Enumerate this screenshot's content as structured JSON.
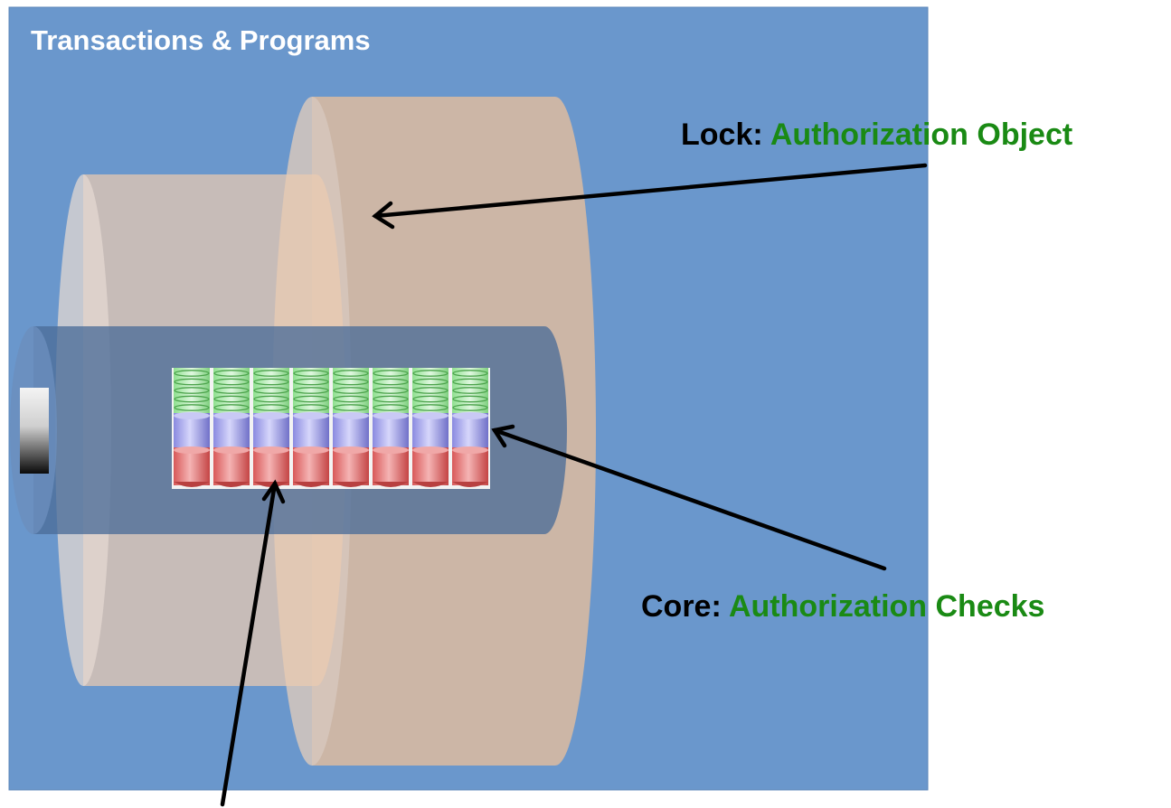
{
  "title": "Transactions & Programs",
  "labels": {
    "lock": {
      "prefix": "Lock:",
      "term": "Authorization Object"
    },
    "core": {
      "prefix": "Core:",
      "term": "Authorization Checks"
    }
  },
  "colors": {
    "frame": "#6a97cc",
    "cylinder": "#e6c7ad",
    "core_tube": "#53739c",
    "term_green": "#1a8a14",
    "arrow": "#000000"
  },
  "pins": {
    "columns": 8,
    "rows": [
      "spring",
      "driver-pin",
      "key-pin"
    ]
  }
}
